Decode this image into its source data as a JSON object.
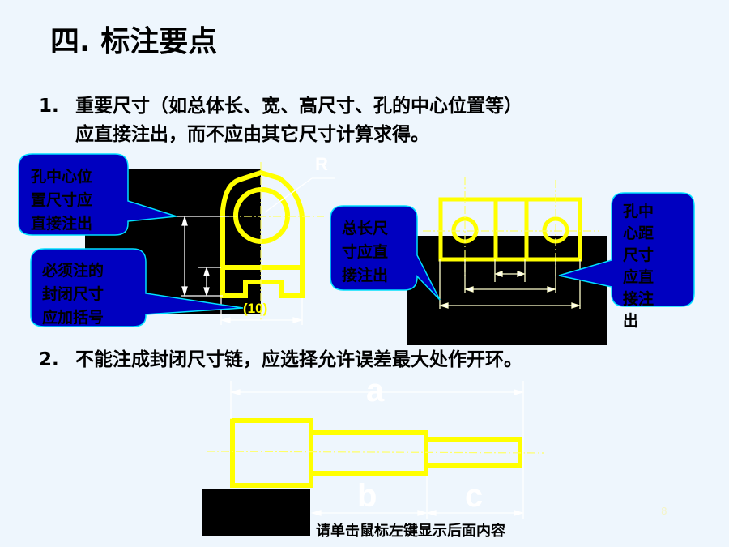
{
  "slide": {
    "title": "四. 标注要点",
    "point1": {
      "number": "1.",
      "line1": "重要尺寸（如总体长、宽、高尺寸、孔的中心位置等）",
      "line2": "应直接注出，而不应由其它尺寸计算求得。"
    },
    "point2": {
      "number": "2.",
      "text": "不能注成封闭尺寸链，应选择允许误差最大处作开环。"
    },
    "hint": "请单击鼠标左键显示后面内容",
    "page_number": "8"
  },
  "callouts": {
    "hole_center": [
      "孔中心位",
      "置尺寸应",
      "直接注出"
    ],
    "closed_dim": [
      "必须注的",
      "封闭尺寸",
      "应加括号"
    ],
    "total_length": [
      "总长尺",
      "寸应直",
      "接注出"
    ],
    "hole_distance": [
      "孔中",
      "心距",
      "尺寸",
      "应直",
      "接注",
      "出"
    ]
  },
  "drawing_labels": {
    "radius": "R",
    "closed_dim_value": "(10)",
    "dim_a": "a",
    "dim_b": "b",
    "dim_c": "c"
  },
  "colors": {
    "part": "#ffff00",
    "callout_fill": "#0000c0",
    "callout_border": "#00e0ff",
    "dims": "#ffffff"
  }
}
